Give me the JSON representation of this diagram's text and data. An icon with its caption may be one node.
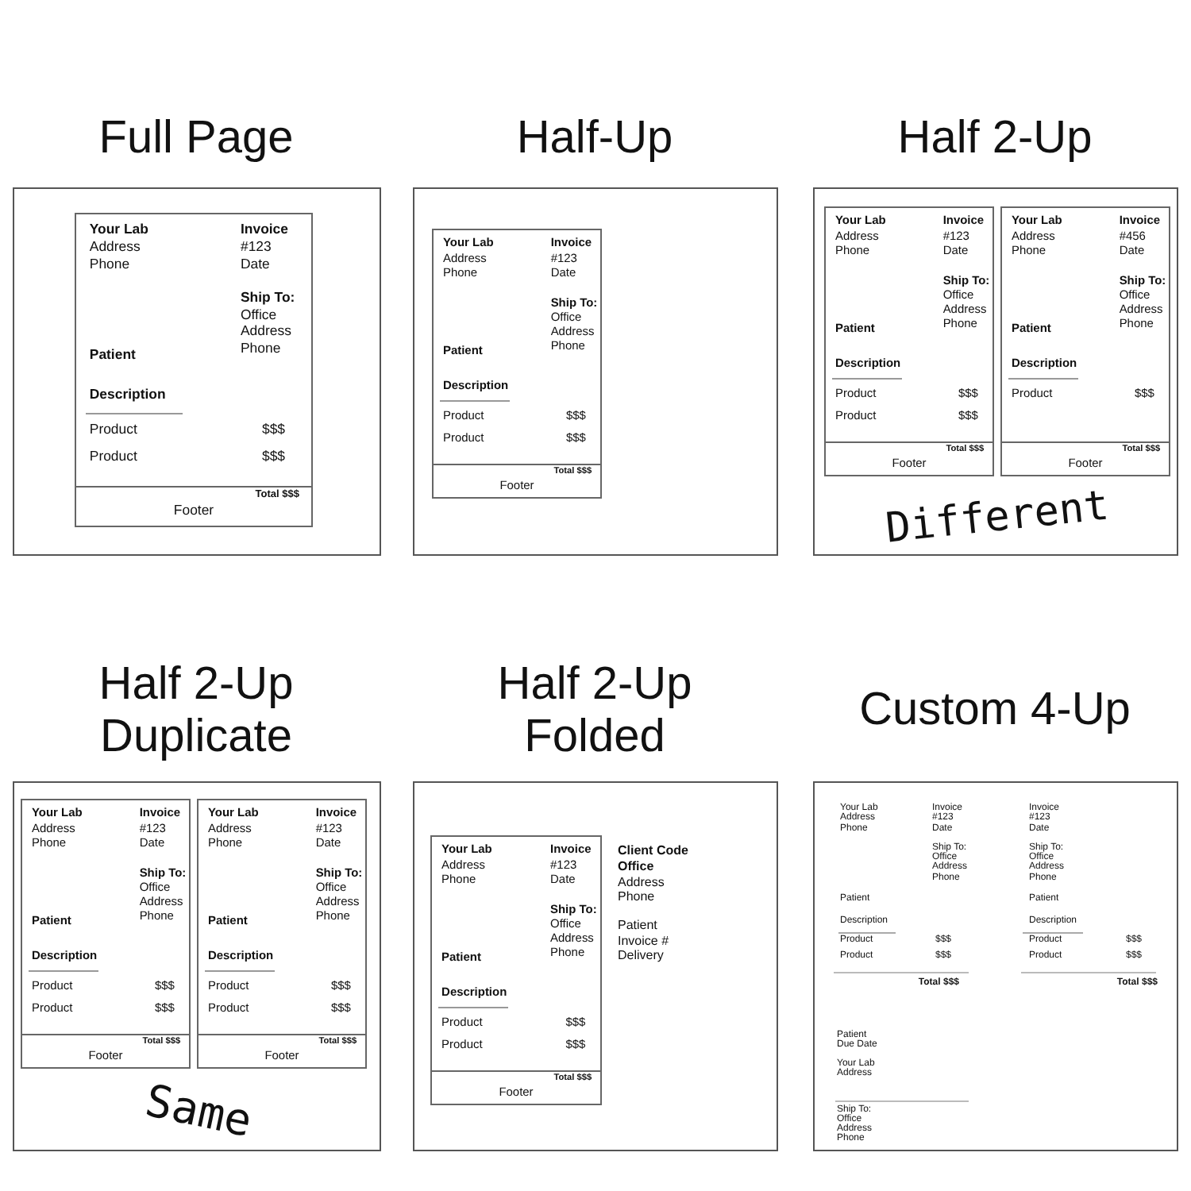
{
  "diagram": {
    "nodes": [
      {
        "text": [
          "Full Page"
        ]
      },
      {
        "text": [
          "Your Lab",
          "Address",
          "Phone",
          "Invoice",
          "#123",
          "Date",
          "Ship To:",
          "Office",
          "Address",
          "Phone",
          "Patient",
          "Description",
          "Product",
          "$$$",
          "Product",
          "$$$",
          "Total $$$",
          "Footer"
        ],
        "in": 0
      },
      {
        "text": [
          "Half-Up"
        ]
      },
      {
        "text": [
          "Your Lab",
          "Address",
          "Phone",
          "Invoice",
          "#123",
          "Date",
          "Ship To:",
          "Office",
          "Address",
          "Phone",
          "Patient",
          "Description",
          "Product",
          "$$$",
          "Product",
          "$$$",
          "Total $$$",
          "Footer"
        ],
        "in": 2
      },
      {
        "text": [
          "Half 2-Up",
          "Different"
        ]
      },
      {
        "text": [
          "Your Lab",
          "Address",
          "Phone",
          "Invoice",
          "#123",
          "Date",
          "Ship To:",
          "Office",
          "Address",
          "Phone",
          "Patient",
          "Description",
          "Product",
          "$$$",
          "Product",
          "$$$",
          "Total $$$",
          "Footer"
        ],
        "in": 4
      },
      {
        "text": [
          "Your Lab",
          "Address",
          "Phone",
          "Invoice",
          "#456",
          "Date",
          "Ship To:",
          "Office",
          "Address",
          "Phone",
          "Patient",
          "Description",
          "Product",
          "$$$",
          "Total $$$",
          "Footer"
        ],
        "in": 4
      },
      {
        "text": [
          "Half 2-Up Duplicate",
          "Same"
        ]
      },
      {
        "text": [
          "Your Lab",
          "Address",
          "Phone",
          "Invoice",
          "#123",
          "Date",
          "Ship To:",
          "Office",
          "Address",
          "Phone",
          "Patient",
          "Description",
          "Product",
          "$$$",
          "Product",
          "$$$",
          "Total $$$",
          "Footer"
        ],
        "in": 7
      },
      {
        "text": [
          "Your Lab",
          "Address",
          "Phone",
          "Invoice",
          "#123",
          "Date",
          "Ship To:",
          "Office",
          "Address",
          "Phone",
          "Patient",
          "Description",
          "Product",
          "$$$",
          "Product",
          "$$$",
          "Total $$$",
          "Footer"
        ],
        "in": 7
      },
      {
        "text": [
          "Half 2-Up Folded",
          "Client Code",
          "Office",
          "Address",
          "Phone",
          "Patient",
          "Invoice #",
          "Delivery"
        ]
      },
      {
        "text": [
          "Your Lab",
          "Address",
          "Phone",
          "Invoice",
          "#123",
          "Date",
          "Ship To:",
          "Office",
          "Address",
          "Phone",
          "Patient",
          "Description",
          "Product",
          "$$$",
          "Product",
          "$$$",
          "Total $$$",
          "Footer"
        ],
        "in": 10
      },
      {
        "text": [
          "Custom 4-Up",
          "Your Lab",
          "Address",
          "Phone",
          "Invoice",
          "#123",
          "Date",
          "Ship To:",
          "Office",
          "Address",
          "Phone",
          "Patient",
          "Description",
          "Product",
          "$$$",
          "Product",
          "$$$",
          "Total $$$",
          "Invoice",
          "#123",
          "Date",
          "Ship To:",
          "Office",
          "Address",
          "Phone",
          "Patient",
          "Description",
          "Product",
          "$$$",
          "Product",
          "$$$",
          "Total $$$",
          "Patient",
          "Due Date",
          "Your Lab",
          "Address",
          "Ship To:",
          "Office",
          "Address",
          "Phone"
        ]
      }
    ]
  }
}
